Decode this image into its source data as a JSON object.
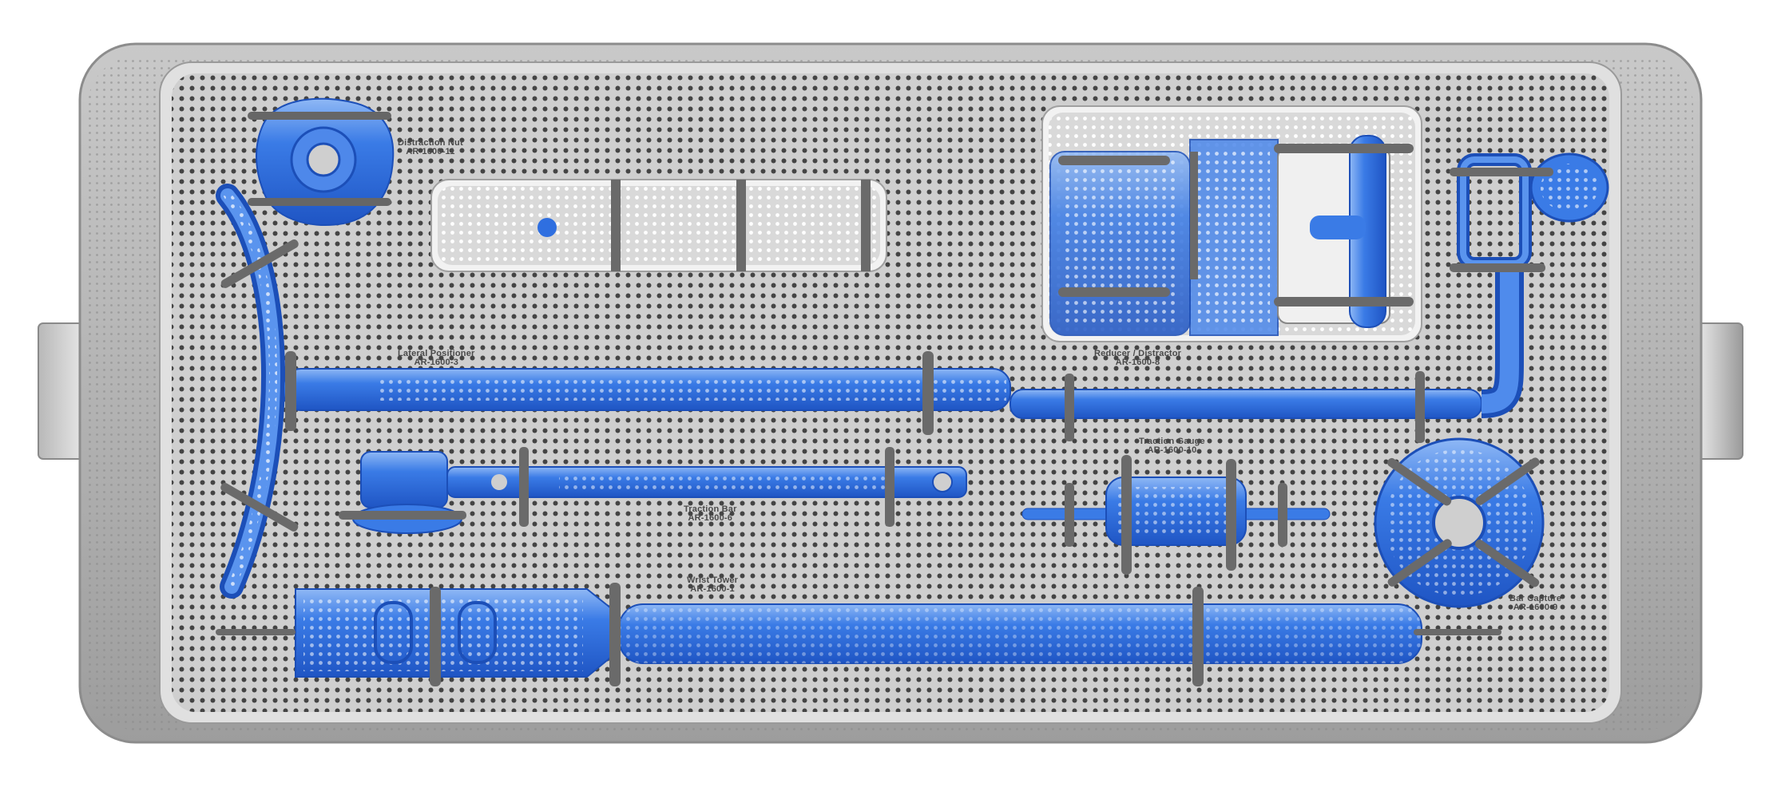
{
  "tray": {
    "colors": {
      "instrument_blue": "#2f6fe0",
      "instrument_blue_light": "#6ea2f2",
      "plate_grey": "#cdcdcd",
      "frame_grey": "#a6a6a6",
      "hole": "#2b2b2b",
      "clip": "#555555"
    },
    "instruments": [
      {
        "key": "distraction_nut",
        "name": "Distraction Nut",
        "part": "AR-1600-11"
      },
      {
        "key": "lateral_positioner",
        "name": "Lateral Positioner",
        "part": "AR-1600-3"
      },
      {
        "key": "reducer_distractor",
        "name": "Reducer / Distractor",
        "part": "AR-1600-8"
      },
      {
        "key": "traction_gauge",
        "name": "Traction Gauge",
        "part": "AR-1600-10"
      },
      {
        "key": "traction_bar",
        "name": "Traction Bar",
        "part": "AR-1600-6"
      },
      {
        "key": "wrist_tower",
        "name": "Wrist Tower",
        "part": "AR-1600-1"
      },
      {
        "key": "bar_capture",
        "name": "Bar Capture",
        "part": "AR-1600-9"
      }
    ]
  }
}
